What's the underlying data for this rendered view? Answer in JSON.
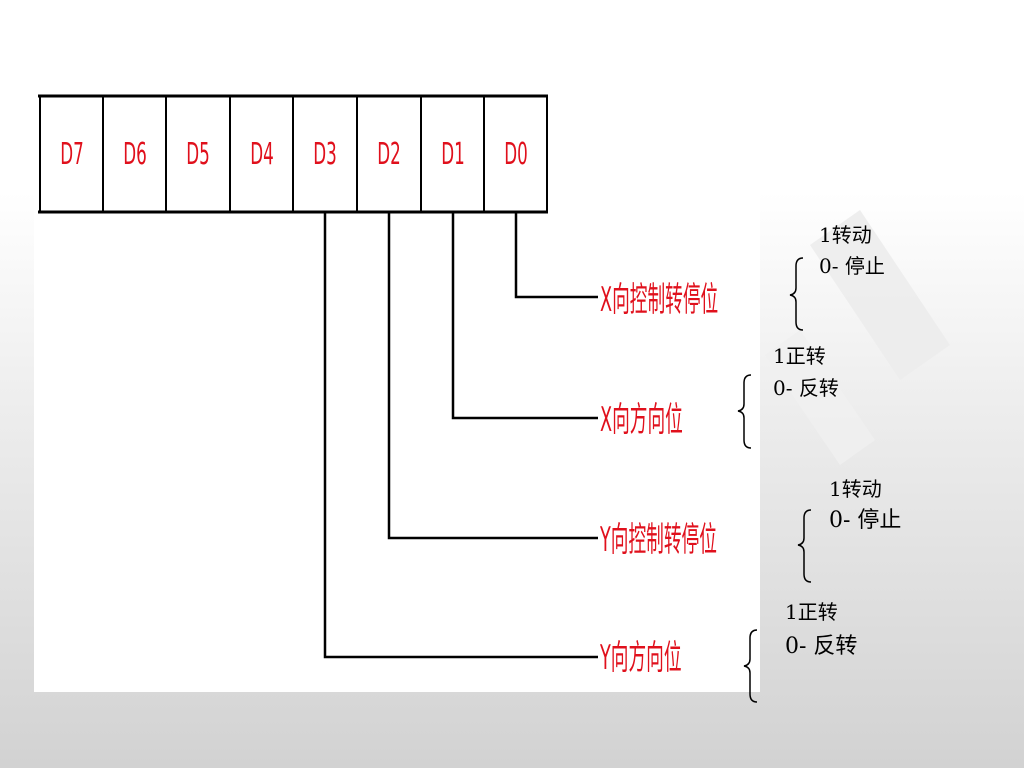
{
  "register": {
    "bits": [
      "D7",
      "D6",
      "D5",
      "D4",
      "D3",
      "D2",
      "D1",
      "D0"
    ]
  },
  "functions": [
    {
      "bit": "D0",
      "label": "X向控制转停位",
      "value_1": "1转动",
      "value_0": "0- 停止"
    },
    {
      "bit": "D1",
      "label": "X向方向位",
      "value_1": "1正转",
      "value_0": "0-  反转"
    },
    {
      "bit": "D2",
      "label": "Y向控制转停位",
      "value_1": "1转动",
      "value_0": "0- 停止"
    },
    {
      "bit": "D3",
      "label": "Y向方向位",
      "value_1": "1正转",
      "value_0": "0- 反转"
    }
  ],
  "colors": {
    "bit_text": "#e0101c",
    "label_text": "#e0101c",
    "line": "#000000",
    "note_text": "#000000"
  }
}
